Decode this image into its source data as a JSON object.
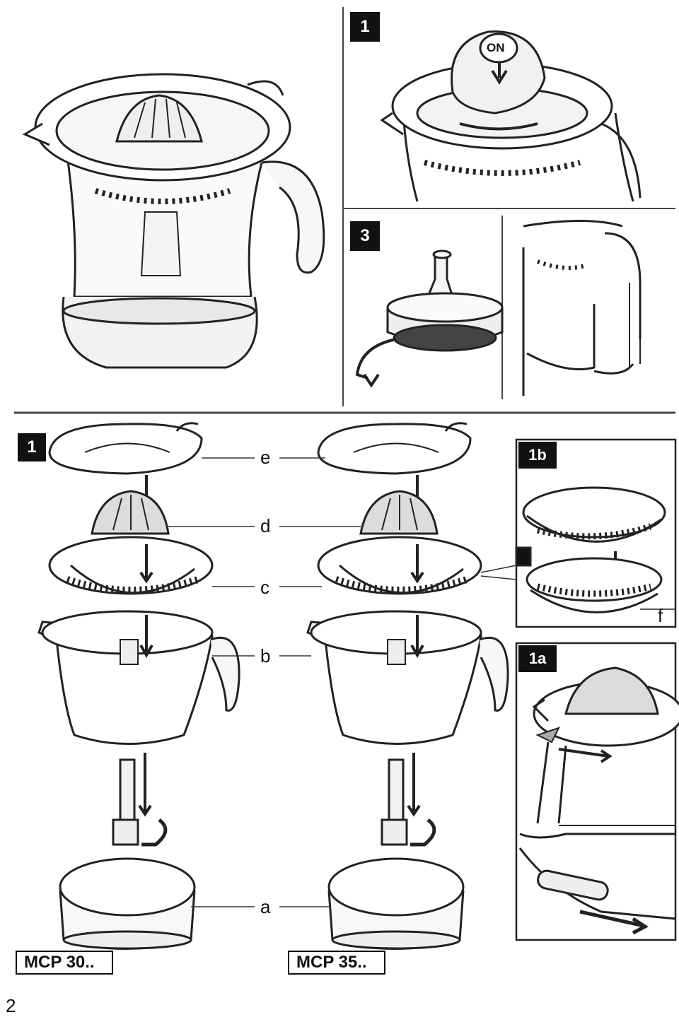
{
  "top_panels": {
    "step1_badge": "1",
    "on_button": "ON",
    "step3_badge": "3"
  },
  "assembly": {
    "section_badge": "1",
    "labels": {
      "e": "e",
      "d": "d",
      "c": "c",
      "b": "b",
      "a": "a",
      "f": "f"
    },
    "inset_1b_badge": "1b",
    "inset_1a_badge": "1a",
    "models": [
      "MCP 30..",
      "MCP 35.."
    ]
  },
  "page_number": "2"
}
